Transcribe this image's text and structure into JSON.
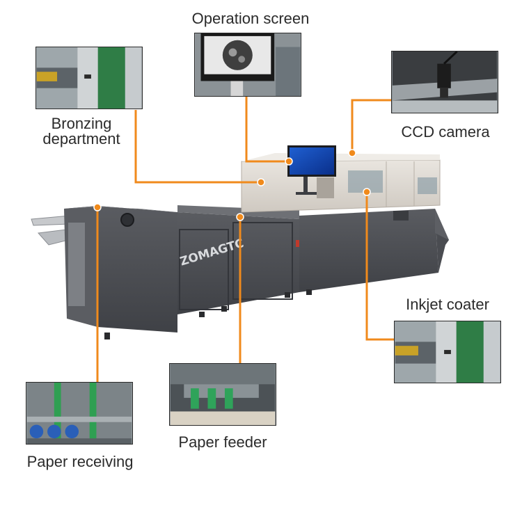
{
  "labels": {
    "operation_screen": "Operation screen",
    "bronzing_line1": "Bronzing",
    "bronzing_line2": "department",
    "ccd_camera": "CCD camera",
    "inkjet_coater": "Inkjet coater",
    "paper_feeder": "Paper feeder",
    "paper_receiving": "Paper receiving"
  },
  "brand": "ZOMAGTC",
  "colors": {
    "callout": "#f08a1c",
    "machine_dark": "#4d4f54",
    "machine_light": "#dcd7d0",
    "label_text": "#2b2b2b"
  }
}
